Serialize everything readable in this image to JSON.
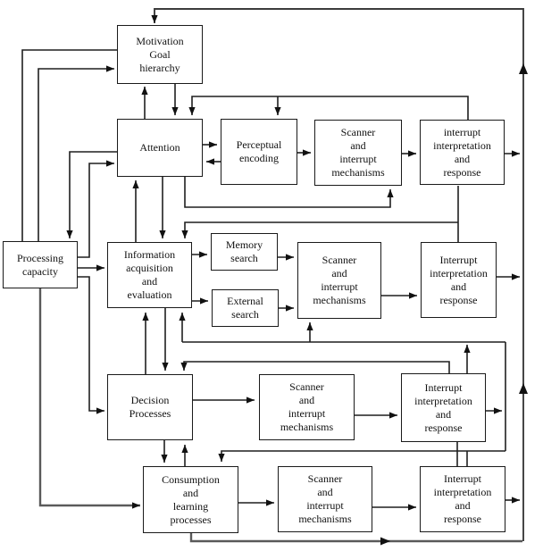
{
  "diagram": {
    "background": "#ffffff",
    "line_color": "#1a1a1a",
    "box_border_color": "#1a1a1a",
    "nodes": {
      "motivation": {
        "label": "Motivation\nGoal\nhierarchy"
      },
      "attention": {
        "label": "Attention"
      },
      "perceptual_encoding": {
        "label": "Perceptual\nencoding"
      },
      "scanner_1": {
        "label": "Scanner\nand\ninterrupt\nmechanisms"
      },
      "interrupt_response_1": {
        "label": "interrupt\ninterpretation\nand\nresponse"
      },
      "processing_capacity": {
        "label": "Processing\ncapacity"
      },
      "information_acquisition": {
        "label": "Information\nacquisition\nand\nevaluation"
      },
      "memory_search": {
        "label": "Memory\nsearch"
      },
      "external_search": {
        "label": "External\nsearch"
      },
      "scanner_2": {
        "label": "Scanner\nand\ninterrupt\nmechanisms"
      },
      "interrupt_response_2": {
        "label": "Interrupt\ninterpretation\nand\nresponse"
      },
      "decision_processes": {
        "label": "Decision\nProcesses"
      },
      "scanner_3": {
        "label": "Scanner\nand\ninterrupt\nmechanisms"
      },
      "interrupt_response_3": {
        "label": "Interrupt\ninterpretation\nand\nresponse"
      },
      "consumption": {
        "label": "Consumption\nand\nlearning\nprocesses"
      },
      "scanner_4": {
        "label": "Scanner\nand\ninterrupt\nmechanisms"
      },
      "interrupt_response_4": {
        "label": "Interrupt\ninterpretation\nand\nresponse"
      }
    },
    "edges": [
      {
        "from": "processing_capacity",
        "to": "motivation"
      },
      {
        "from": "motivation",
        "to": "processing_capacity"
      },
      {
        "from": "attention",
        "to": "processing_capacity"
      },
      {
        "from": "processing_capacity",
        "to": "attention"
      },
      {
        "from": "processing_capacity",
        "to": "information_acquisition"
      },
      {
        "from": "processing_capacity",
        "to": "decision_processes"
      },
      {
        "from": "processing_capacity",
        "to": "consumption"
      },
      {
        "from": "motivation",
        "to": "attention"
      },
      {
        "from": "attention",
        "to": "motivation"
      },
      {
        "from": "interrupt_response_1",
        "to": "attention"
      },
      {
        "from": "interrupt_response_1",
        "to": "perceptual_encoding"
      },
      {
        "from": "attention",
        "to": "perceptual_encoding"
      },
      {
        "from": "perceptual_encoding",
        "to": "attention"
      },
      {
        "from": "perceptual_encoding",
        "to": "scanner_1"
      },
      {
        "from": "attention",
        "to": "scanner_1"
      },
      {
        "from": "scanner_1",
        "to": "interrupt_response_1"
      },
      {
        "from": "interrupt_response_1",
        "to": "feedback_collector"
      },
      {
        "from": "interrupt_response_1",
        "to": "information_acquisition"
      },
      {
        "from": "attention",
        "to": "information_acquisition"
      },
      {
        "from": "information_acquisition",
        "to": "attention"
      },
      {
        "from": "information_acquisition",
        "to": "memory_search"
      },
      {
        "from": "information_acquisition",
        "to": "external_search"
      },
      {
        "from": "memory_search",
        "to": "scanner_2"
      },
      {
        "from": "external_search",
        "to": "scanner_2"
      },
      {
        "from": "scanner_2",
        "to": "interrupt_response_2"
      },
      {
        "from": "interrupt_response_2",
        "to": "feedback_collector"
      },
      {
        "from": "interrupt_response_3",
        "to": "information_acquisition"
      },
      {
        "from": "interrupt_response_3",
        "to": "scanner_2"
      },
      {
        "from": "interrupt_response_3",
        "to": "decision_processes"
      },
      {
        "from": "interrupt_response_3",
        "to": "consumption"
      },
      {
        "from": "information_acquisition",
        "to": "decision_processes"
      },
      {
        "from": "decision_processes",
        "to": "information_acquisition"
      },
      {
        "from": "decision_processes",
        "to": "scanner_3"
      },
      {
        "from": "scanner_3",
        "to": "interrupt_response_3"
      },
      {
        "from": "decision_processes",
        "to": "consumption"
      },
      {
        "from": "consumption",
        "to": "decision_processes"
      },
      {
        "from": "consumption",
        "to": "scanner_4"
      },
      {
        "from": "scanner_4",
        "to": "interrupt_response_4"
      },
      {
        "from": "interrupt_response_4",
        "to": "feedback_collector"
      },
      {
        "from": "consumption",
        "to": "feedback_collector"
      },
      {
        "from": "feedback_collector",
        "to": "motivation"
      }
    ]
  }
}
